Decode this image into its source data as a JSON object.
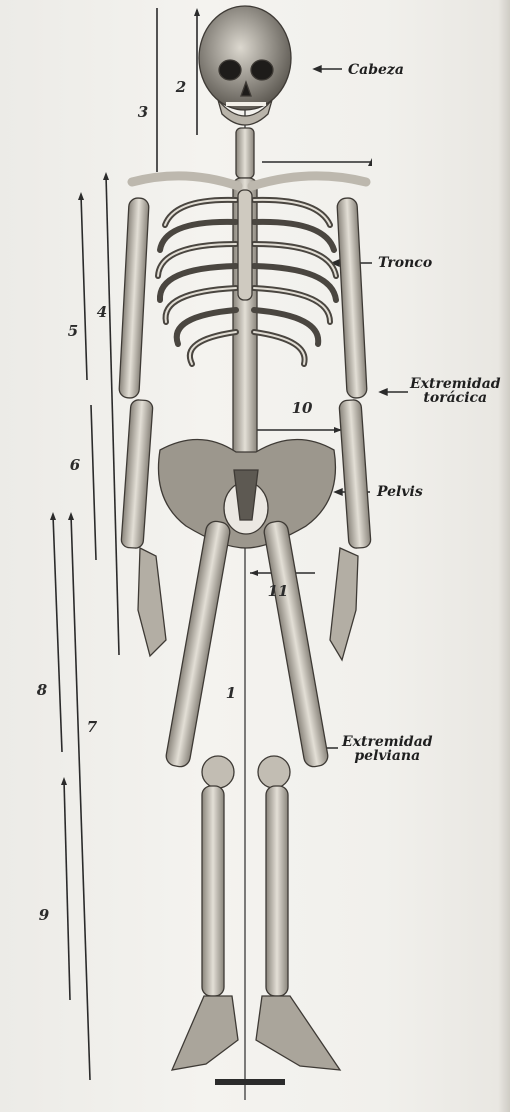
{
  "labels": {
    "cabeza": "Cabeza",
    "tronco": "Tronco",
    "extremidad_toracica": [
      "Extremidad",
      "torácica"
    ],
    "pelvis": "Pelvis",
    "extremidad_pelviana": [
      "Extremidad",
      "pelviana"
    ]
  },
  "numbers": [
    "1",
    "2",
    "3",
    "4",
    "5",
    "6",
    "7",
    "8",
    "9",
    "10",
    "11"
  ],
  "colors": {
    "ink": "#2b2b2b",
    "bone_light": "#e4e1da",
    "bone_shadow": "#6e6a63",
    "paper": "#f1f0ec"
  }
}
